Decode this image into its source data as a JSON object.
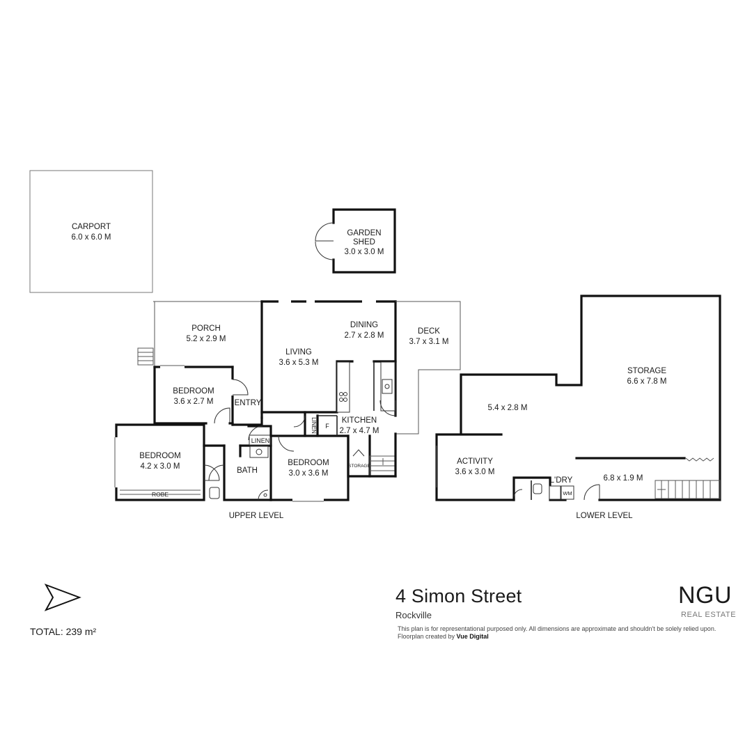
{
  "rooms": {
    "carport": {
      "name": "CARPORT",
      "size": "6.0 x 6.0 M"
    },
    "garden_shed": {
      "name_line1": "GARDEN",
      "name_line2": "SHED",
      "size": "3.0 x 3.0 M"
    },
    "porch": {
      "name": "PORCH",
      "size": "5.2 x 2.9 M"
    },
    "living": {
      "name": "LIVING",
      "size": "3.6 x 5.3 M"
    },
    "dining": {
      "name": "DINING",
      "size": "2.7 x 2.8 M"
    },
    "deck": {
      "name": "DECK",
      "size": "3.7 x 3.1 M"
    },
    "bedroom1": {
      "name": "BEDROOM",
      "size": "3.6 x 2.7 M"
    },
    "bedroom2": {
      "name": "BEDROOM",
      "size": "4.2 x 3.0 M"
    },
    "bedroom3": {
      "name": "BEDROOM",
      "size": "3.0 x 3.6 M"
    },
    "kitchen": {
      "name": "KITCHEN",
      "size": "2.7 x 4.7 M"
    },
    "entry": {
      "name": "ENTRY"
    },
    "bath": {
      "name": "BATH"
    },
    "linen1": {
      "name": "LINEN"
    },
    "linen2": {
      "name": "LINEN"
    },
    "fridge": {
      "name": "F"
    },
    "storage_small": {
      "name": "STORAGE"
    },
    "robe": {
      "name": "ROBE"
    },
    "storage_large": {
      "name": "STORAGE",
      "size": "6.6 x 7.8 M"
    },
    "lower_room": {
      "size": "5.4 x 2.8 M"
    },
    "activity": {
      "name": "ACTIVITY",
      "size": "3.6 x 3.0 M"
    },
    "laundry": {
      "name": "L'DRY"
    },
    "wm": {
      "name": "WM"
    },
    "lower_hall": {
      "size": "6.8 x 1.9 M"
    }
  },
  "levels": {
    "upper": "UPPER LEVEL",
    "lower": "LOWER LEVEL"
  },
  "info": {
    "address": "4 Simon Street",
    "suburb": "Rockville",
    "disclaimer": "This plan is for representational purposed only. All dimensions are approximate and shouldn't be solely relied upon.",
    "credit_prefix": "Floorplan created by ",
    "credit_company": "Vue Digital",
    "total": "TOTAL: 239 m²",
    "brand": "NGU",
    "brand_sub": "REAL ESTATE",
    "compass_icon": "north-arrow-icon"
  }
}
